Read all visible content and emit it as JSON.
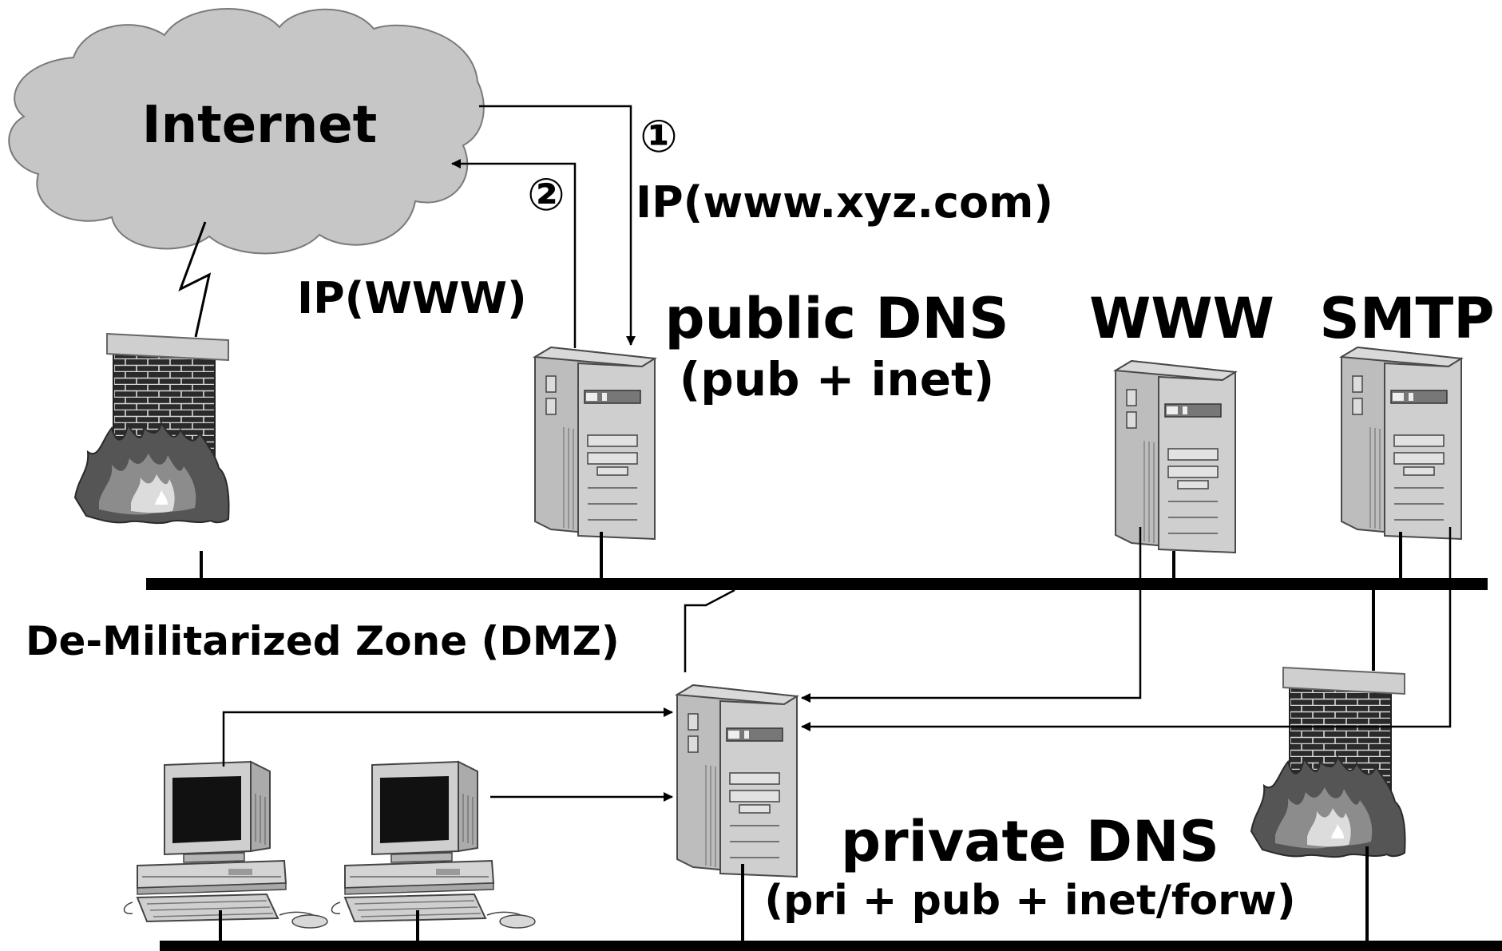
{
  "labels": {
    "internet": "Internet",
    "step1": "①",
    "step2": "②",
    "query": "IP(www.xyz.com)",
    "answer": "IP(WWW)",
    "public_dns": "public DNS",
    "public_dns_zones": "(pub + inet)",
    "www": "WWW",
    "smtp": "SMTP",
    "dmz": "De-Militarized Zone (DMZ)",
    "private_dns": "private DNS",
    "private_dns_zones": "(pri + pub + inet/forw)"
  },
  "colors": {
    "cloud": "#c6c6c6",
    "server": "#c9c9c9",
    "brick": "#2a2a2a",
    "flame": "#5a5a5a",
    "ink": "#000000"
  },
  "icons": {
    "cloud": "cloud-icon",
    "firewall": "firewall-icon",
    "server": "server-tower-icon",
    "workstation": "workstation-icon",
    "lightning": "lightning-link-icon"
  }
}
